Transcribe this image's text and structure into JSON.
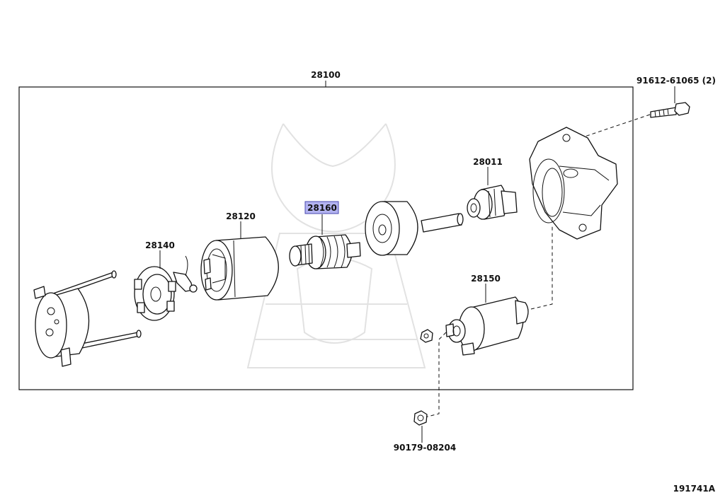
{
  "assembly": {
    "part_number": "28100"
  },
  "highlight_color": "#b3b3f0",
  "callouts": {
    "bolt": "91612-61065 (2)",
    "drive_pinion": "28011",
    "armature": "28160",
    "yoke": "28120",
    "brush_holder": "28140",
    "solenoid": "28150",
    "nut": "90179-08204"
  },
  "diagram_id": "191741A"
}
